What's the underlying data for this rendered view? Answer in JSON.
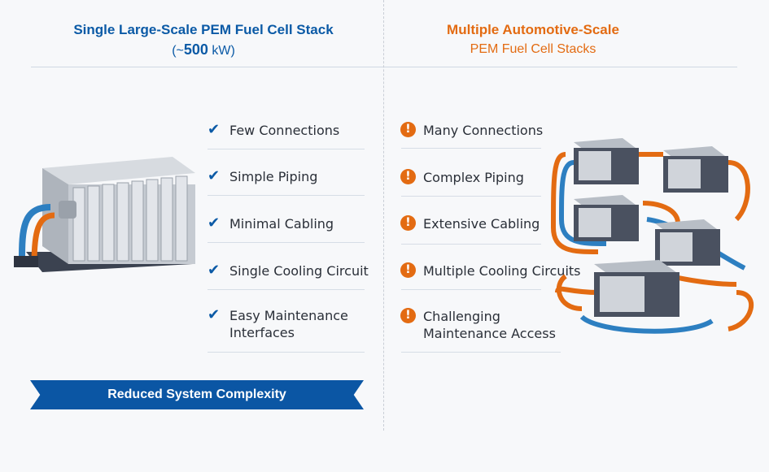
{
  "left": {
    "title": "Single Large-Scale PEM Fuel Cell Stack",
    "subtitle_prefix": "(~",
    "subtitle_bold": "500",
    "subtitle_suffix": " kW)",
    "items": [
      "Few Connections",
      "Simple Piping",
      "Minimal Cabling",
      "Single Cooling Circuit",
      "Easy Maintenance Interfaces"
    ],
    "banner": "Reduced System Complexity"
  },
  "right": {
    "title": "Multiple Automotive-Scale",
    "subtitle": "PEM Fuel Cell Stacks",
    "items": [
      "Many Connections",
      "Complex Piping",
      "Extensive Cabling",
      "Multiple Cooling Circuits",
      "Challenging Maintenance Access"
    ]
  },
  "colors": {
    "blue": "#0b5aa6",
    "orange": "#e36b12"
  }
}
